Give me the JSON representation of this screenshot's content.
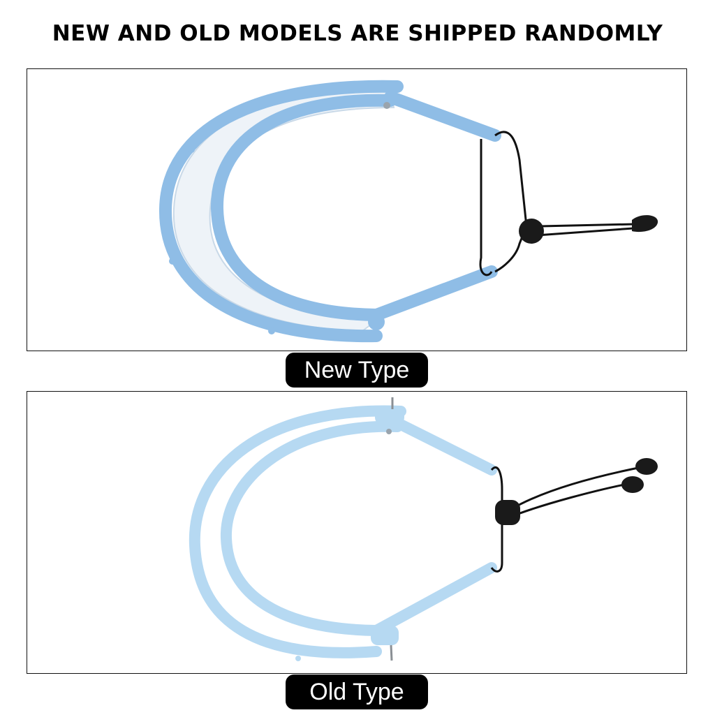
{
  "headline": "NEW AND OLD MODELS ARE SHIPPED RANDOMLY",
  "panels": [
    {
      "caption": "New Type"
    },
    {
      "caption": "Old Type"
    }
  ],
  "colors": {
    "new_frame": "#8fbde6",
    "new_shield": "#eef3f8",
    "old_frame": "#b6d9f2",
    "cord": "#111111"
  }
}
